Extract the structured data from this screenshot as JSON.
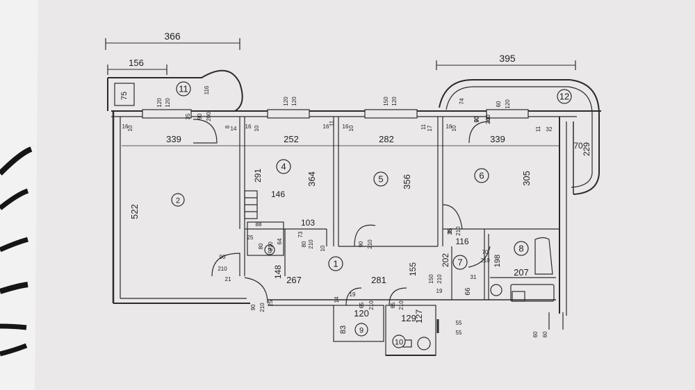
{
  "colors": {
    "paper": "#ebe9ea",
    "ink": "#2a2a2a",
    "backdrop": "#3a3a3c",
    "table_white": "#f4f4f4"
  },
  "plan": {
    "rooms": [
      {
        "id": "room-1",
        "number": "1"
      },
      {
        "id": "room-2",
        "number": "2"
      },
      {
        "id": "room-3",
        "number": "3"
      },
      {
        "id": "room-4",
        "number": "4"
      },
      {
        "id": "room-5",
        "number": "5"
      },
      {
        "id": "room-6",
        "number": "6"
      },
      {
        "id": "room-7",
        "number": "7"
      },
      {
        "id": "room-8",
        "number": "8"
      },
      {
        "id": "room-9",
        "number": "9"
      },
      {
        "id": "room-10",
        "number": "10"
      },
      {
        "id": "room-11",
        "number": "11"
      },
      {
        "id": "room-12",
        "number": "12"
      }
    ],
    "overall_dims": [
      {
        "id": "d-366",
        "text": "366"
      },
      {
        "id": "d-156",
        "text": "156"
      },
      {
        "id": "d-395",
        "text": "395"
      }
    ],
    "room_dims": [
      "339",
      "252",
      "282",
      "339",
      "522",
      "291",
      "364",
      "146",
      "356",
      "305",
      "103",
      "116",
      "207",
      "229",
      "70",
      "267",
      "281",
      "148",
      "155",
      "202",
      "120",
      "129",
      "83",
      "127",
      "198",
      "75",
      "66"
    ],
    "small_labels": [
      "120",
      "120",
      "116",
      "35",
      "90",
      "200",
      "120",
      "120",
      "150",
      "120",
      "74",
      "60",
      "120",
      "90",
      "200",
      "16",
      "10",
      "8",
      "14",
      "16",
      "10",
      "16",
      "11",
      "16",
      "10",
      "11",
      "17",
      "16",
      "10",
      "11",
      "32",
      "35",
      "88",
      "25",
      "80",
      "210",
      "64",
      "80",
      "210",
      "73",
      "10",
      "90",
      "210",
      "35",
      "210",
      "70",
      "210",
      "31",
      "19",
      "90",
      "210",
      "21",
      "90",
      "210",
      "25",
      "14",
      "19",
      "65",
      "210",
      "65",
      "210",
      "150",
      "210",
      "55",
      "55",
      "60",
      "60",
      "90",
      "210"
    ]
  }
}
